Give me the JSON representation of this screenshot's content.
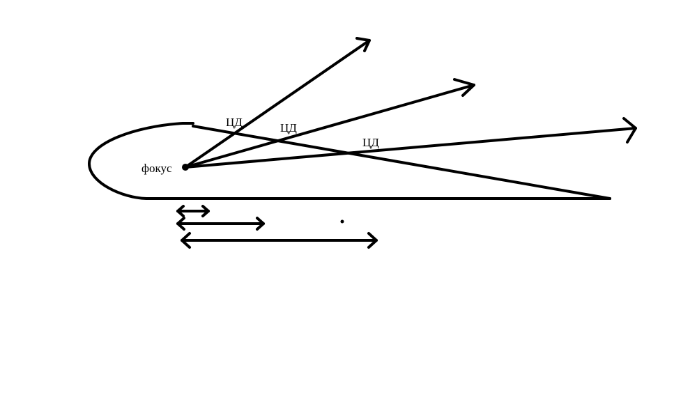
{
  "labels": {
    "focus": "фокус",
    "cp1": "ЦД",
    "cp2": "ЦД",
    "cp3": "ЦД"
  },
  "colors": {
    "stroke": "#000000",
    "background": "#ffffff"
  }
}
